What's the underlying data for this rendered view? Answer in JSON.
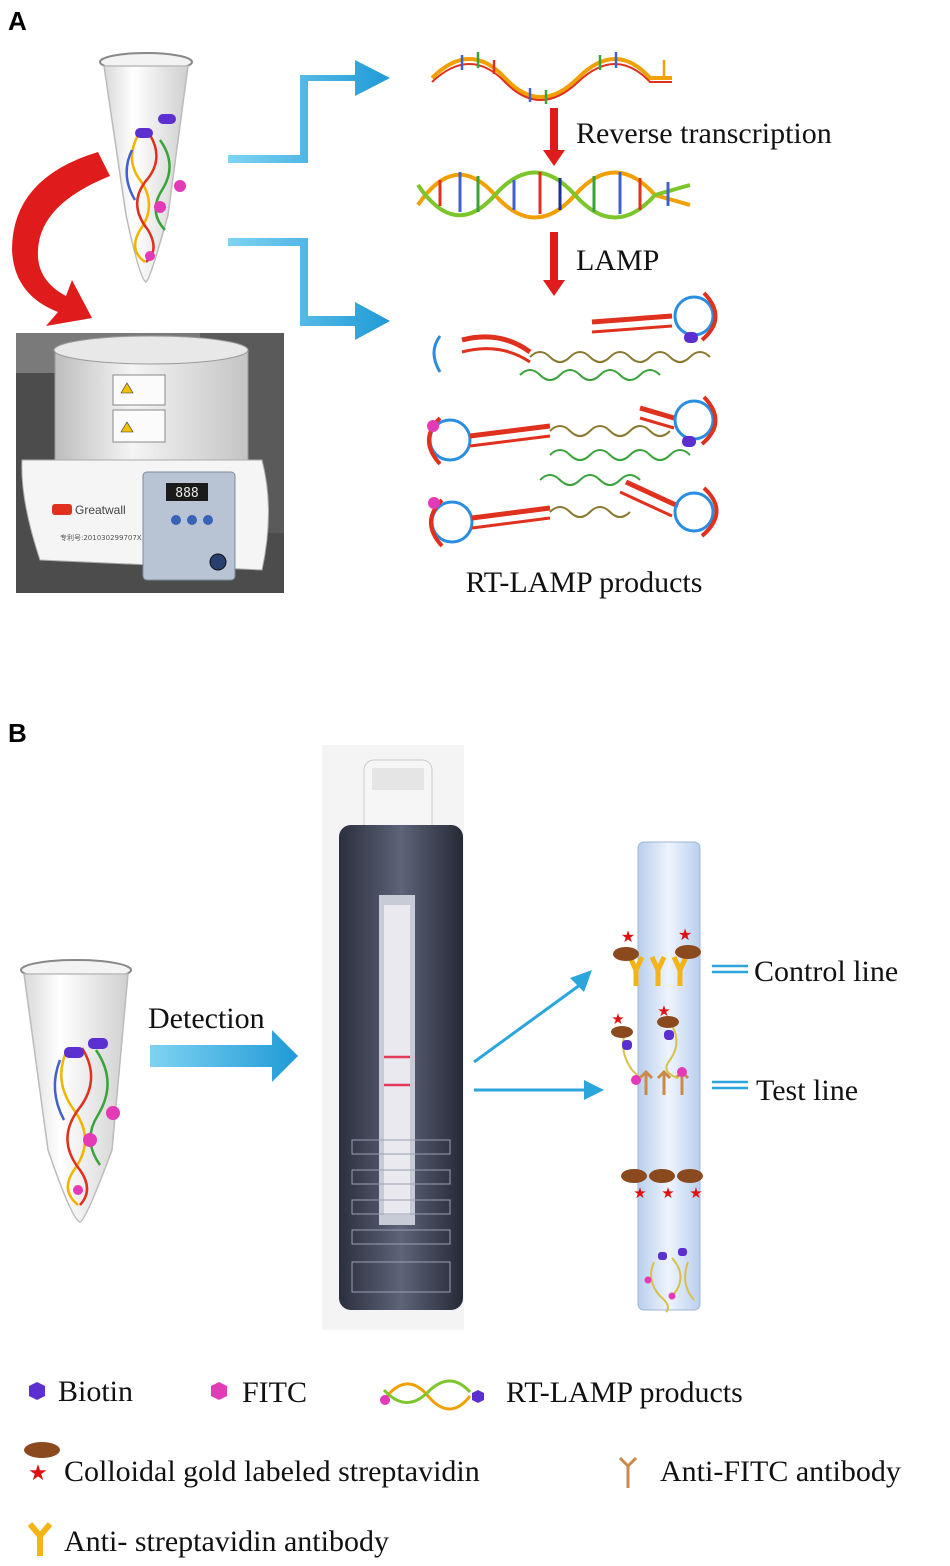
{
  "panels": {
    "a": {
      "letter": "A",
      "labels": {
        "reverse_transcription": "Reverse transcription",
        "lamp": "LAMP",
        "products": "RT-LAMP products"
      },
      "device": {
        "brand": "Greatwall",
        "serial": "专利号:201030299707X",
        "display": "888"
      }
    },
    "b": {
      "letter": "B",
      "labels": {
        "detection": "Detection",
        "control_line": "Control line",
        "test_line": "Test line"
      }
    }
  },
  "legend": {
    "biotin": "Biotin",
    "fitc": "FITC",
    "rt_lamp_products": "RT-LAMP  products",
    "colloidal_gold": "Colloidal gold labeled streptavidin",
    "anti_fitc": "Anti-FITC antibody",
    "anti_streptavidin": "Anti- streptavidin antibody"
  },
  "colors": {
    "biotin": "#5b2fd0",
    "fitc": "#e33ab8",
    "arrow_blue": "#2aa6dc",
    "arrow_red": "#e01b1b",
    "gold_brown": "#8a4a1e",
    "star_red": "#e01010",
    "antibody_yellow": "#f2b417"
  }
}
